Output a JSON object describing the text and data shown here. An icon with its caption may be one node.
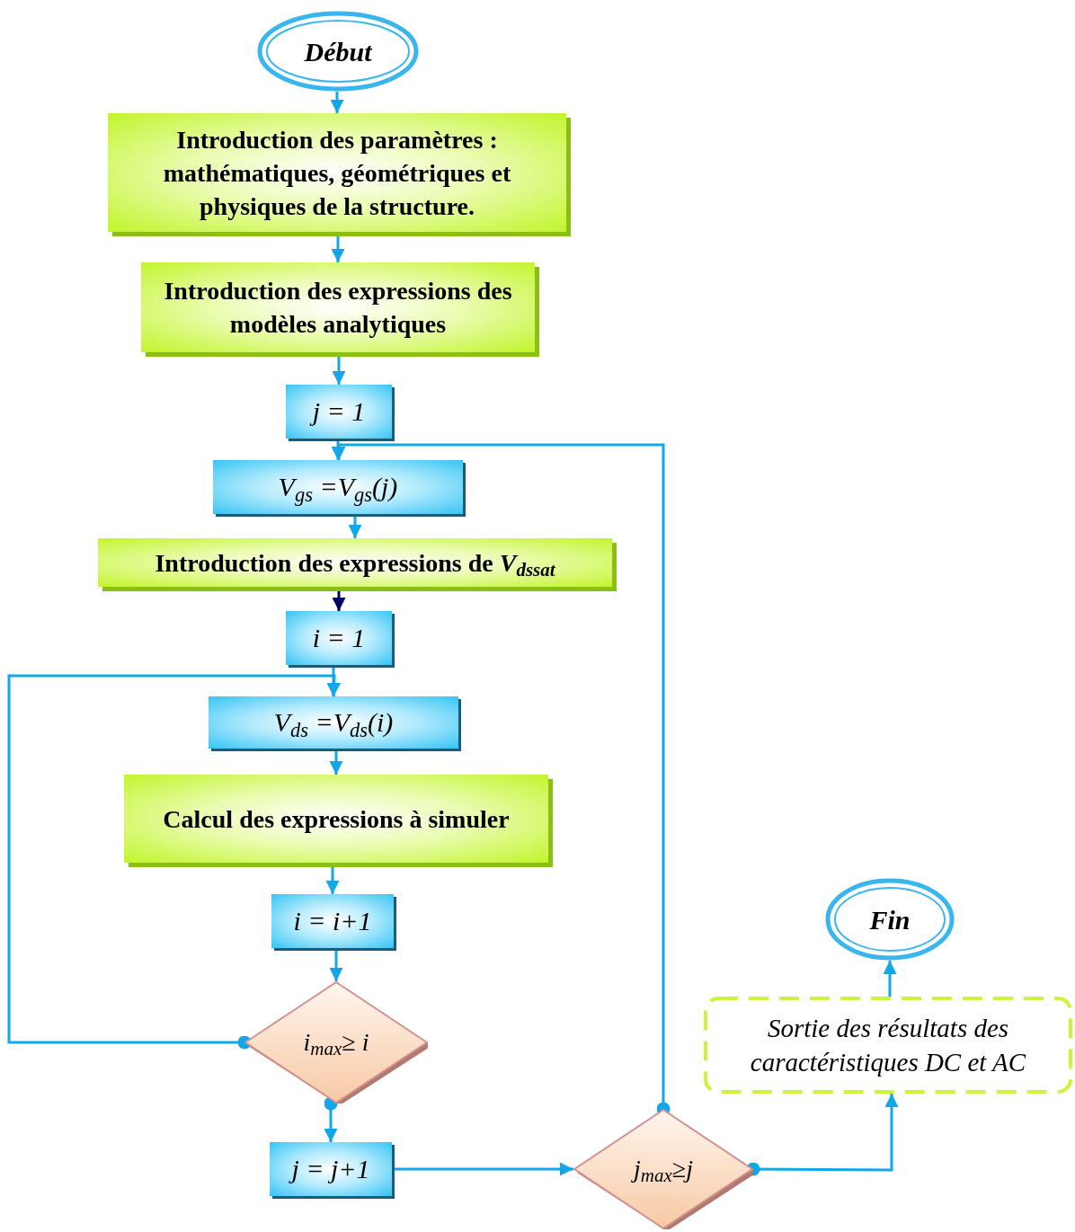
{
  "diagram": {
    "nodes": [
      {
        "text": [
          "Début"
        ]
      },
      {
        "text": [
          "Introduction des paramètres : mathématiques, géométriques et physiques de la structure."
        ]
      },
      {
        "text": [
          "Introduction des expressions des modèles analytiques"
        ]
      },
      {
        "text": [
          "*j* = 1"
        ]
      },
      {
        "text": [
          "V$_{gs}$ =V$_{gs}$(j)"
        ]
      },
      {
        "text": [
          "Introduction des expressions de *V*$_{dssat}$"
        ]
      },
      {
        "text": [
          "*i* = 1"
        ]
      },
      {
        "text": [
          "V$_{ds}$ =V$_{ds}$(i)"
        ]
      },
      {
        "text": [
          "Calcul des expressions à simuler"
        ]
      },
      {
        "text": [
          "*i* = *i*+1"
        ]
      },
      {
        "text": [
          "i$_{max}$≥ i"
        ]
      },
      {
        "text": [
          "*j* = *j*+1"
        ]
      },
      {
        "text": [
          "j$_{max}$≥j"
        ]
      },
      {
        "text": [
          "Sortie des résultats des caractéristiques DC et AC"
        ]
      },
      {
        "text": [
          "Fin"
        ]
      }
    ],
    "edges": [
      {
        "from": 0,
        "to": 1,
        "arrow": "to"
      },
      {
        "from": 1,
        "to": 2,
        "arrow": "to"
      },
      {
        "from": 2,
        "to": 3,
        "arrow": "to"
      },
      {
        "from": 3,
        "to": 4,
        "arrow": "to"
      },
      {
        "from": 4,
        "to": 5,
        "arrow": "to"
      },
      {
        "from": 5,
        "to": 6,
        "arrow": "to",
        "color": "#000066"
      },
      {
        "from": 6,
        "to": 7,
        "arrow": "to"
      },
      {
        "from": 7,
        "to": 8,
        "arrow": "to"
      },
      {
        "from": 8,
        "to": 9,
        "arrow": "to"
      },
      {
        "from": 9,
        "to": 10,
        "arrow": "to"
      },
      {
        "from": 10,
        "to": 7,
        "arrow": "to"
      },
      {
        "from": 10,
        "to": 11,
        "arrow": "to"
      },
      {
        "from": 11,
        "to": 12,
        "arrow": "to"
      },
      {
        "from": 12,
        "to": 4,
        "arrow": "to"
      },
      {
        "from": 12,
        "to": 13,
        "arrow": "to"
      },
      {
        "from": 13,
        "to": 14,
        "arrow": "to"
      }
    ]
  }
}
